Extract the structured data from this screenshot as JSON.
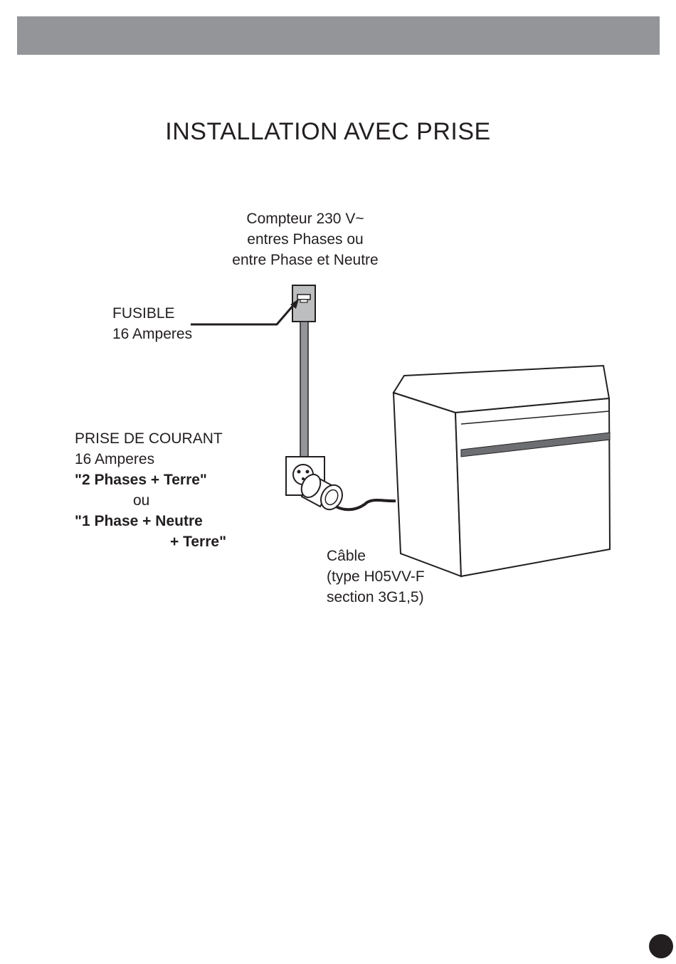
{
  "header": {
    "color": "#939598"
  },
  "title": "INSTALLATION AVEC PRISE",
  "diagram": {
    "meter": {
      "lines": [
        "Compteur 230 V~",
        "entres Phases ou",
        "entre Phase et Neutre"
      ]
    },
    "fuse": {
      "lines": [
        "FUSIBLE",
        "16 Amperes"
      ]
    },
    "socket": {
      "lines": [
        "PRISE DE COURANT",
        "16 Amperes"
      ],
      "option_1": "\"2  Phases  +  Terre\"",
      "separator": "ou",
      "option_2_line_1": "\"1  Phase  +  Neutre",
      "option_2_line_2": "+  Terre\""
    },
    "cable": {
      "lines": [
        "Câble",
        "(type H05VV-F",
        "section 3G1,5)"
      ]
    }
  }
}
